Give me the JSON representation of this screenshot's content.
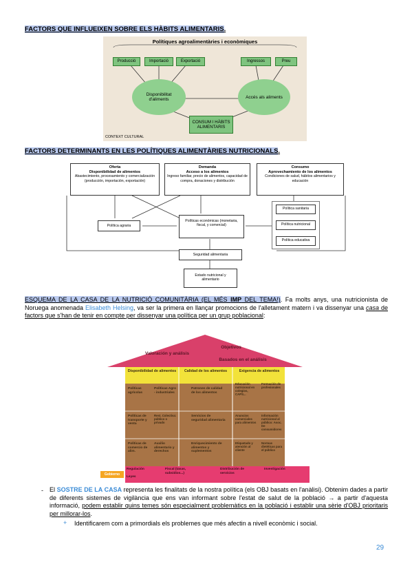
{
  "heading1": "FACTORS QUE INFLUEIXEN SOBRE ELS HÀBITS ALIMENTARIS",
  "figure1": {
    "title": "Polítiques agroalimentàries i econòmiques",
    "boxes": [
      "Producció",
      "Importació",
      "Exportació",
      "Ingressos",
      "Preu"
    ],
    "ellipse_left": "Disponibilitat d'aliments",
    "ellipse_right": "Accés als aliments",
    "bottom": "CONSUM I HÀBITS ALIMENTARIS",
    "context": "CONTEXT CULTURAL"
  },
  "heading2": "FACTORS DETERMINANTS EN LES POLÍTIQUES ALIMENTÀRIES NUTRICIONALS",
  "figure2": {
    "oferta_title": "Oferta",
    "oferta_sub": "Disponibilidad de alimentos",
    "oferta_text": "Abastecimiento, procesamiento y comercialización (producción, importación, exportación)",
    "demanda_title": "Demanda",
    "demanda_sub": "Acceso a los alimentos",
    "demanda_text": "Ingreso familiar, precio de alimentos, capacidad de compra, donaciones y distribución",
    "consumo_title": "Consumo",
    "consumo_sub": "Aprovechamiento de los alimentos",
    "consumo_text": "Condiciones de salud, hábitos alimentarios y educación",
    "agraria": "Política agraria",
    "economicas": "Políticas económicas (monetaria, fiscal, y comercial)",
    "sanitaria": "Política sanitaria",
    "nutricional": "Política nutricional",
    "educativa": "Política educativa",
    "seguridad": "Seguridad alimentaria",
    "estado": "Estado nutricional y alimentario"
  },
  "heading3": {
    "part1": "ESQUEMA DE LA CASA DE LA NUTRICIÓ COMUNITÀRIA (EL MÉS ",
    "imp": "IMP",
    "part2": " DEL TEMA!)",
    "after": ". Fa molts anys, una nutricionista de Noruega anomenada ",
    "name": "Elisabeth Helsing",
    "rest": ", va ser la primera en llançar promocions de l'alletament matern i va dissenyar una ",
    "casa": "casa",
    "rest2": " de factors que s'han de tenir en compte per dissenyar una política per un grup poblacional",
    "end": ":"
  },
  "house": {
    "roof_left": "Valoración y análisis",
    "roof_right_title": "Objetivos",
    "roof_right": "Basados en el análisis",
    "col_heads": [
      "Disponibilidad de alimentos",
      "Calidad de los alimentos",
      "Exigencia de alimentos"
    ],
    "rows": [
      [
        "Políticas agrícolas",
        "Políticas Agro - industriales",
        "Patrones de calidad de los alimentos",
        "Educación nutricional en colegios, CAPS...",
        "Formación de profesionales"
      ],
      [
        "Políticas de transporte y venta",
        "Rest. Colectiva: público o privado",
        "Servicios de seguridad alimentaria",
        "Anuncios comerciales para alimentos",
        "Información nutricional al público: Asoc. De consumidores"
      ],
      [
        "Políticas de comercio de alim.",
        "Auxilio alimentario y derechos",
        "Enriquecimiento de alimentos y suplementos",
        "Etiquetado y atención al cliente",
        "Normas dietéticas para el público"
      ]
    ],
    "base": [
      "Regulación",
      "Fiscal (tasas, subsidios...)",
      "Distribución de servicios",
      "Investigación"
    ],
    "gobierno": "Gobierno",
    "leyes": "Leyes"
  },
  "bullet1": {
    "dash": "-",
    "pre": "El ",
    "highlight": "SOSTRE DE LA CASA",
    "text": " representa les finalitats de la nostra política (els OBJ basats en l'anàlisi). Obtenim dades a partir de diferents sistemes de vigilància que ens van informant sobre l'estat de salut de la població → a partir d'aquesta informació, ",
    "underlined": "podem establir quins temes són especialment problemàtics en la població i establir una sèrie d'OBJ prioritaris per millorar-los",
    "end": "."
  },
  "bullet2": {
    "mark": "+",
    "text": "Identificarem com a primordials els problemes que més afectin a nivell econòmic i social."
  },
  "page_number": "29",
  "colors": {
    "highlight": "#b9c9ee",
    "roof": "#d9406a",
    "yellow": "#f2e23a",
    "brown": "#a87446",
    "link": "#3a8bd6"
  }
}
